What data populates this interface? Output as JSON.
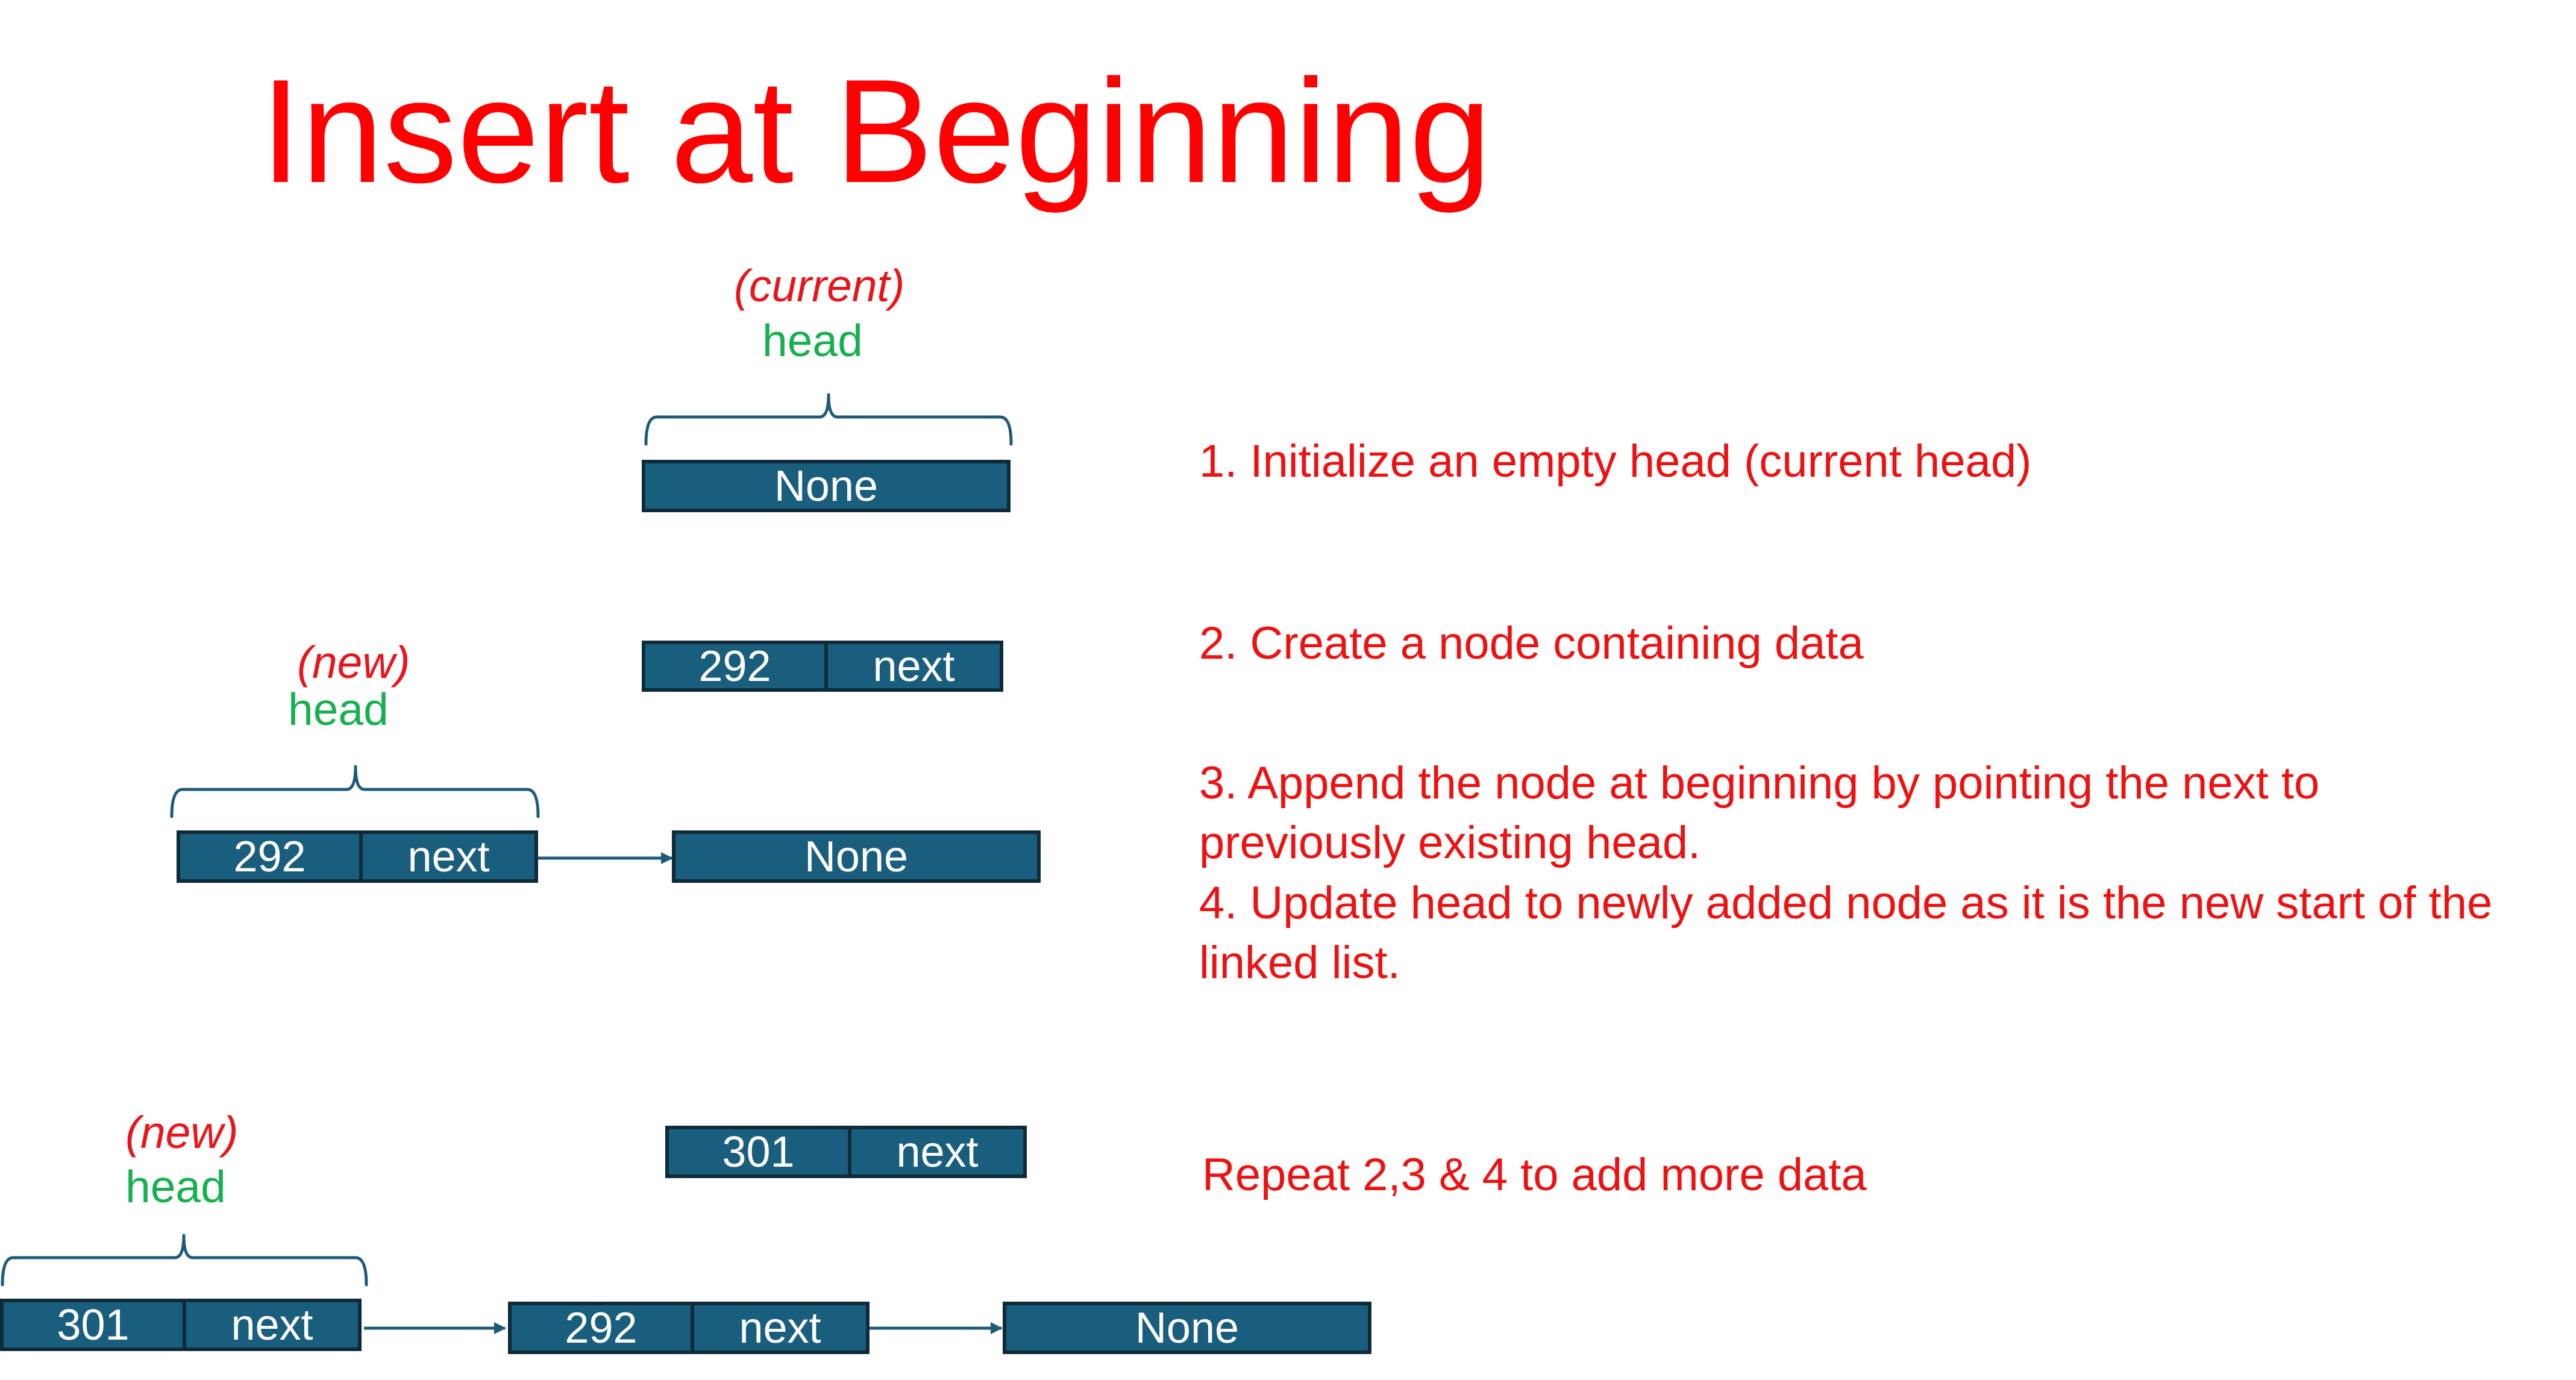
{
  "title": "Insert at Beginning",
  "labels": {
    "current_tag": "(current)",
    "new_tag": "(new)",
    "head": "head",
    "none": "None",
    "next": "next"
  },
  "nodes": {
    "a": "292",
    "b": "301"
  },
  "steps": {
    "s1": "1. Initialize an empty head (current head)",
    "s2": "2. Create a node containing data",
    "s3a": "3. Append the node at beginning by pointing the next to",
    "s3b": "previously existing head.",
    "s4a": "4. Update head to newly added node as it is the new start of the",
    "s4b": "linked list.",
    "repeat": "Repeat 2,3 & 4 to add more data"
  },
  "colors": {
    "title": "#ff0000",
    "tag": "#e8151b",
    "head": "#17b050",
    "node_fill": "#1a5e7e",
    "node_border": "#0f2b3a",
    "connector": "#1f5a78"
  }
}
